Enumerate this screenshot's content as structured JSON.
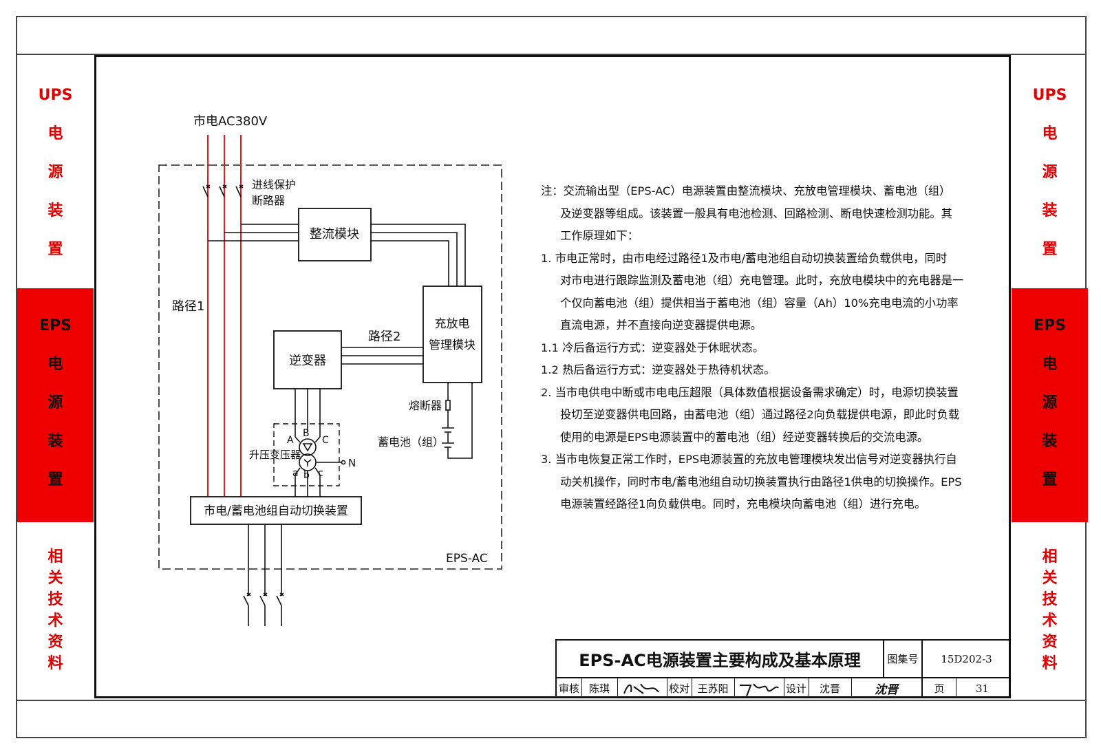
{
  "side_tabs": [
    {
      "lines": [
        "UPS",
        "电",
        "源",
        "装",
        "置"
      ],
      "active": false
    },
    {
      "lines": [
        "EPS",
        "电",
        "源",
        "装",
        "置"
      ],
      "active": true
    },
    {
      "lines": [
        "相",
        "关",
        "技",
        "术",
        "资",
        "料"
      ],
      "active": false
    }
  ],
  "diagram": {
    "mains_label": "市电AC380V",
    "breaker_label_1": "进线保护",
    "breaker_label_2": "断路器",
    "rectifier": "整流模块",
    "charger_1": "充放电",
    "charger_2": "管理模块",
    "inverter": "逆变器",
    "path1": "路径1",
    "path2": "路径2",
    "fuse": "熔断器",
    "battery": "蓄电池（组）",
    "transformer": "升压变压器",
    "phase_a": "A",
    "phase_b": "B",
    "phase_c": "C",
    "phase_a2": "a",
    "phase_b2": "b",
    "phase_c2": "c",
    "neutral": "N",
    "switch_device": "市电/蓄电池组自动切换装置",
    "box_label": "EPS-AC"
  },
  "notes": [
    {
      "indent": 0,
      "text": "注：交流输出型（EPS-AC）电源装置由整流模块、充放电管理模块、蓄电池（组）"
    },
    {
      "indent": 1,
      "text": "及逆变器等组成。该装置一般具有电池检测、回路检测、断电快速检测功能。其"
    },
    {
      "indent": 1,
      "text": "工作原理如下："
    },
    {
      "indent": 0,
      "text": "1. 市电正常时，由市电经过路径1及市电/蓄电池组自动切换装置给负载供电，同时"
    },
    {
      "indent": 1,
      "text": "对市电进行跟踪监测及蓄电池（组）充电管理。此时，充放电模块中的充电器是一"
    },
    {
      "indent": 1,
      "text": "个仅向蓄电池（组）提供相当于蓄电池（组）容量（Ah）10%充电电流的小功率"
    },
    {
      "indent": 1,
      "text": "直流电源，并不直接向逆变器提供电源。"
    },
    {
      "indent": 0,
      "text": "1.1  冷后备运行方式：逆变器处于休眠状态。"
    },
    {
      "indent": 0,
      "text": "1.2  热后备运行方式：逆变器处于热待机状态。"
    },
    {
      "indent": 0,
      "text": "2. 当市电供电中断或市电电压超限（具体数值根据设备需求确定）时，电源切换装置"
    },
    {
      "indent": 1,
      "text": "投切至逆变器供电回路，由蓄电池（组）通过路径2向负载提供电源，即此时负载"
    },
    {
      "indent": 1,
      "text": "使用的电源是EPS电源装置中的蓄电池（组）经逆变器转换后的交流电源。"
    },
    {
      "indent": 0,
      "text": "3. 当市电恢复正常工作时，EPS电源装置的充放电管理模块发出信号对逆变器执行自"
    },
    {
      "indent": 1,
      "text": "动关机操作，同时市电/蓄电池组自动切换装置执行由路径1供电的切换操作。EPS"
    },
    {
      "indent": 1,
      "text": "电源装置经路径1向负载供电。同时，充电模块向蓄电池（组）进行充电。"
    }
  ],
  "title_block": {
    "title": "EPS-AC电源装置主要构成及基本原理",
    "atlas_label": "图集号",
    "atlas_no": "15D202-3",
    "review_label": "审核",
    "reviewer": "陈琪",
    "check_label": "校对",
    "checker": "王苏阳",
    "design_label": "设计",
    "designer": "沈晋",
    "designer_sign": "沈晋",
    "page_label": "页",
    "page_no": "31"
  },
  "colors": {
    "accent_red": "#ef0000",
    "tab_text_red": "#e00000",
    "wire_red": "#e00000"
  }
}
